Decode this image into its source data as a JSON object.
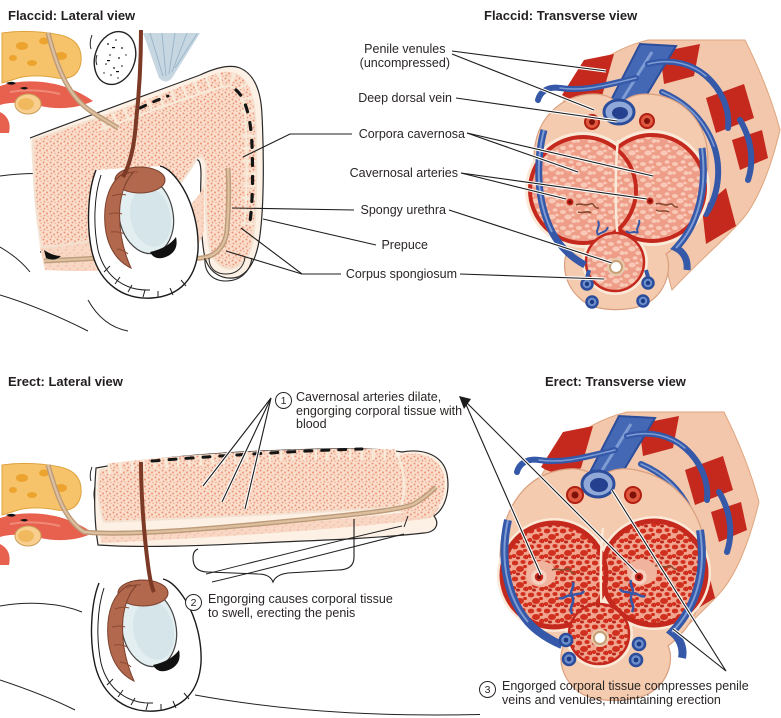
{
  "figure": {
    "panels": [
      {
        "id": "flaccid-lateral",
        "title": "Flaccid: Lateral view"
      },
      {
        "id": "flaccid-transverse",
        "title": "Flaccid: Transverse view"
      },
      {
        "id": "erect-lateral",
        "title": "Erect: Lateral view"
      },
      {
        "id": "erect-transverse",
        "title": "Erect: Transverse view"
      }
    ],
    "labels": [
      {
        "id": "penile-venules",
        "text": "Penile venules\n(uncompressed)"
      },
      {
        "id": "deep-dorsal-vein",
        "text": "Deep dorsal vein"
      },
      {
        "id": "corpora-cavernosa",
        "text": "Corpora cavernosa"
      },
      {
        "id": "cavernosal-arteries",
        "text": "Cavernosal arteries"
      },
      {
        "id": "spongy-urethra",
        "text": "Spongy urethra"
      },
      {
        "id": "prepuce",
        "text": "Prepuce"
      },
      {
        "id": "corpus-spongiosum",
        "text": "Corpus spongiosum"
      }
    ],
    "steps": [
      {
        "num": "1",
        "text": "Cavernosal arteries dilate, engorging corporal tissue with blood"
      },
      {
        "num": "2",
        "text": "Engorging causes corporal tissue to swell, erecting the penis"
      },
      {
        "num": "3",
        "text": "Engorged corporal tissue compresses penile veins and venules, maintaining erection"
      }
    ],
    "colors": {
      "vein_blue": "#3558a8",
      "artery_red": "#c5281c",
      "flaccid_tissue": "#f0a78e",
      "erect_tissue": "#d5342a",
      "skin_tan": "#f2c7ab",
      "fat_yellow": "#f6c36b",
      "text": "#2a2625"
    }
  }
}
